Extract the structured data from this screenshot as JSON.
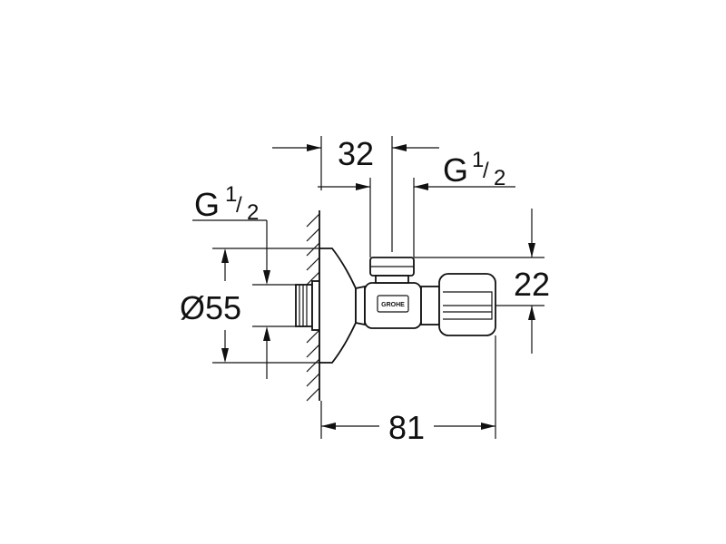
{
  "dimensions": {
    "width_32": "32",
    "outlet_thread": {
      "letter": "G",
      "numerator": "1",
      "slash": "/",
      "denominator": "2"
    },
    "inlet_thread": {
      "letter": "G",
      "numerator": "1",
      "slash": "/",
      "denominator": "2"
    },
    "rosette_diameter": "Ø55",
    "height_22": "22",
    "length_81": "81"
  },
  "logo": {
    "text": "GROHE"
  },
  "colors": {
    "line": "#111111",
    "background": "#ffffff"
  }
}
